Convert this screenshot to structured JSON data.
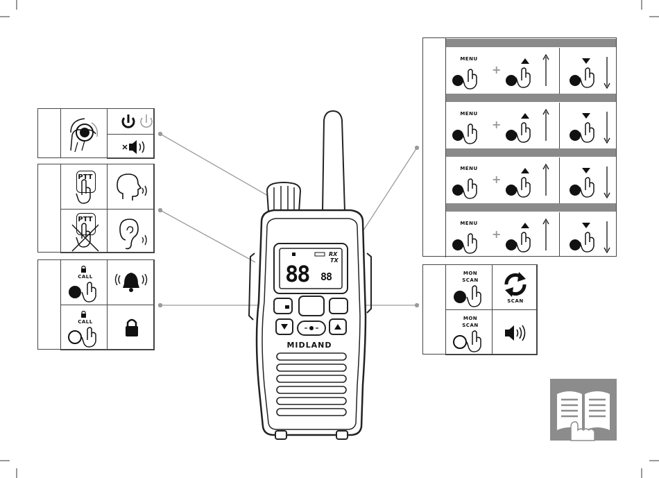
{
  "left_panels": {
    "power_volume": {
      "icons": [
        "volume-knob-icon",
        "power-icon",
        "mute-icon",
        "volume-icon"
      ]
    },
    "ptt": {
      "label": "PTT",
      "label_crossed": "PTT",
      "icons": [
        "talk-icon",
        "listen-icon"
      ]
    },
    "call": {
      "label": "CALL",
      "label2": "CALL",
      "icons": [
        "alarm-bell-icon",
        "lock-icon"
      ]
    }
  },
  "radio": {
    "brand": "MIDLAND",
    "display_main": "88",
    "display_sub": "88",
    "display_rx": "RX",
    "display_tx": "TX"
  },
  "right_menu": {
    "rows": [
      {
        "menu_label": "MENU"
      },
      {
        "menu_label": "MENU"
      },
      {
        "menu_label": "MENU"
      },
      {
        "menu_label": "MENU"
      }
    ],
    "plus": "+"
  },
  "scan_panel": {
    "mon_label": "MON",
    "scan_label": "SCAN",
    "mon_label2": "MON",
    "scan_label2": "SCAN",
    "result_scan": "SCAN"
  },
  "colors": {
    "bar": "#8a8a8a",
    "line": "#999999",
    "book_bg": "#8c8c8c"
  }
}
